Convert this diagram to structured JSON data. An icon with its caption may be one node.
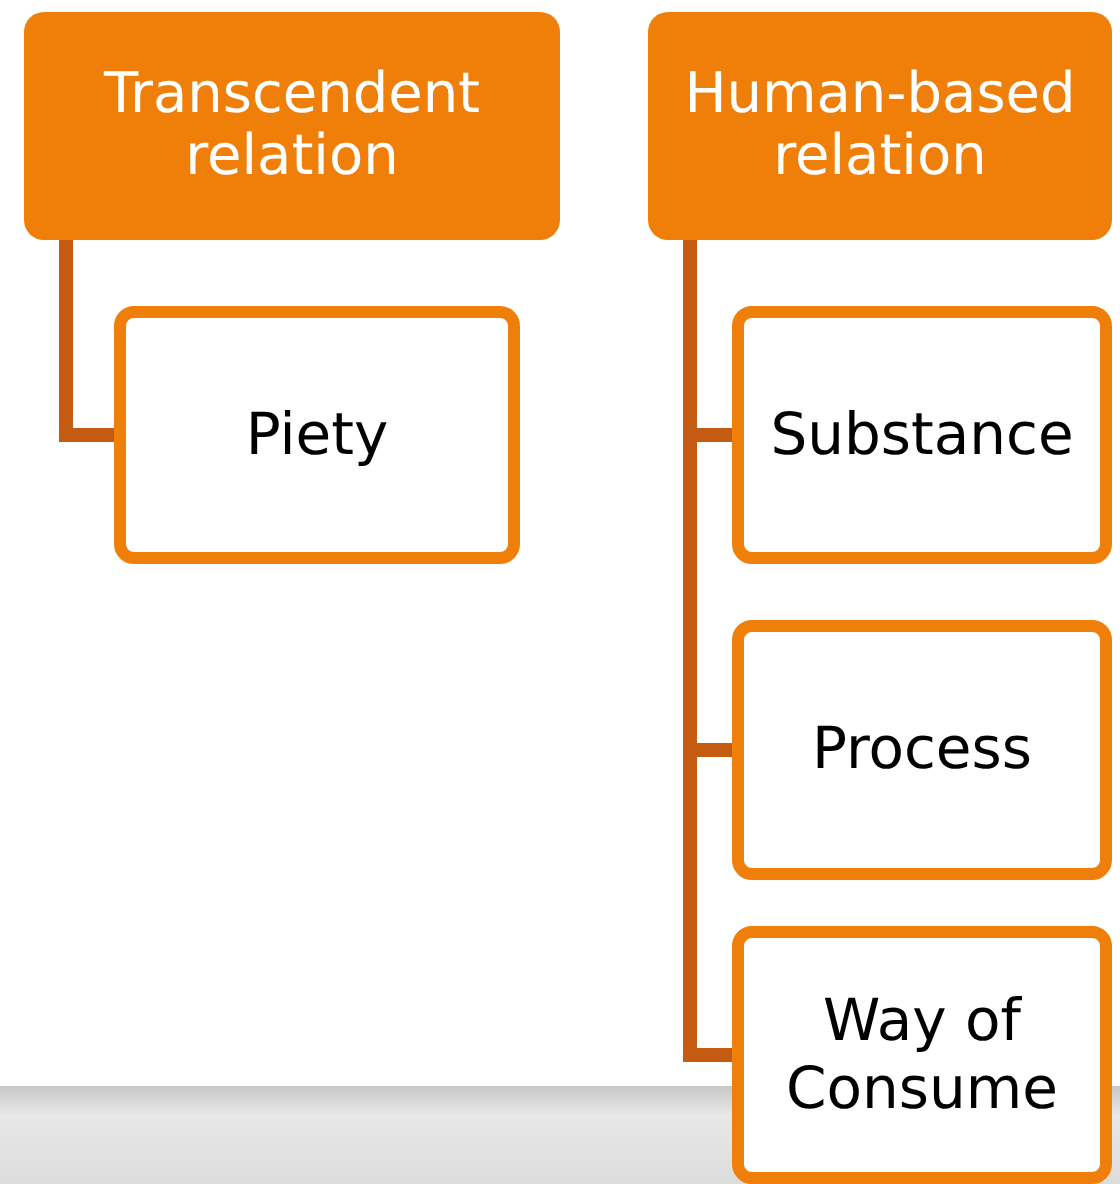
{
  "diagram": {
    "nodes": [
      {
        "text": [
          "Transcendent relation"
        ]
      },
      {
        "text": [
          "Piety"
        ]
      },
      {
        "text": [
          "Human-based relation"
        ]
      },
      {
        "text": [
          "Substance"
        ]
      },
      {
        "text": [
          "Process"
        ]
      },
      {
        "text": [
          "Way of Consume"
        ]
      }
    ],
    "edges": [
      {
        "from": 0,
        "to": 1,
        "arrow": "none"
      },
      {
        "from": 2,
        "to": 3,
        "arrow": "none"
      },
      {
        "from": 2,
        "to": 4,
        "arrow": "none"
      },
      {
        "from": 2,
        "to": 5,
        "arrow": "none"
      }
    ]
  }
}
